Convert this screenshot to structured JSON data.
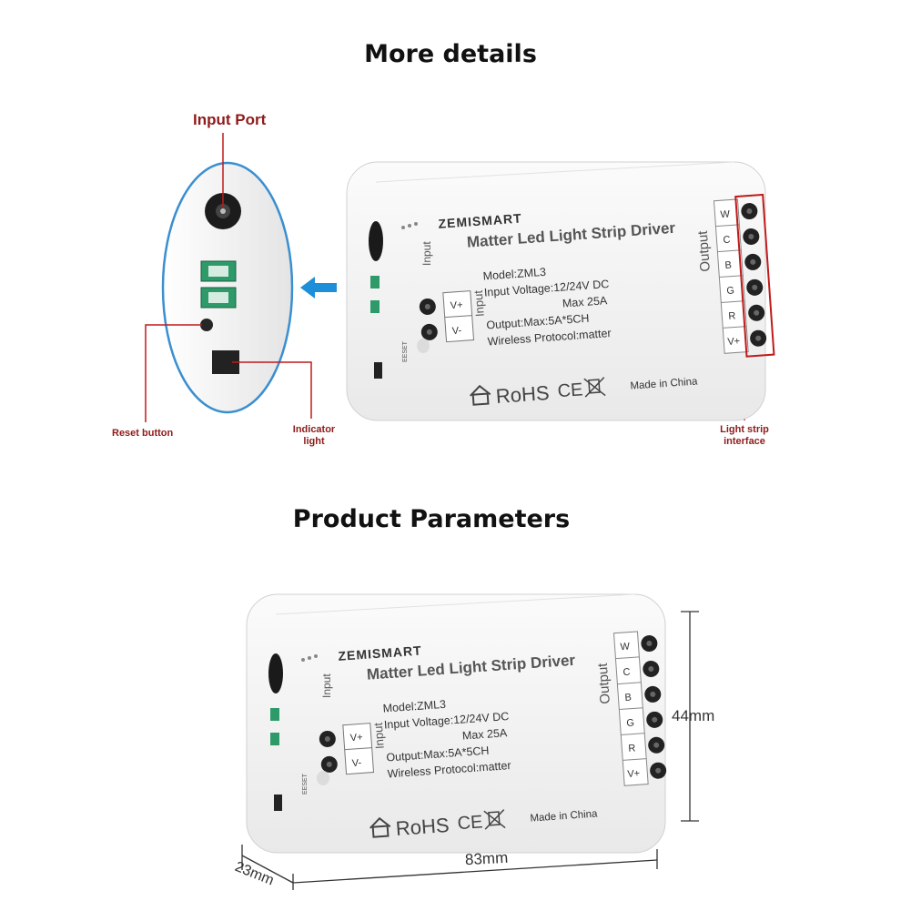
{
  "section1": {
    "heading": "More details",
    "labels": {
      "input_port": "Input Port",
      "reset_button": "Reset button",
      "indicator_line1": "Indicator",
      "indicator_line2": "light",
      "strip_line1": "Light strip",
      "strip_line2": "interface"
    }
  },
  "section2": {
    "heading": "Product Parameters",
    "dimensions": {
      "width": "83mm",
      "height": "44mm",
      "depth": "23mm"
    }
  },
  "device": {
    "brand": "ZEMISMART",
    "product": "Matter Led Light Strip Driver",
    "model": "Model:ZML3",
    "voltage": "Input Voltage:12/24V DC",
    "max_current": "Max 25A",
    "output": "Output:Max:5A*5CH",
    "protocol": "Wireless Protocol:matter",
    "input_label": "Input",
    "output_label": "Output",
    "input_terminals": [
      "V+",
      "V-"
    ],
    "output_terminals": [
      "W",
      "C",
      "B",
      "G",
      "R",
      "V+"
    ],
    "reset_label": "EESET",
    "rohs": "RoHS",
    "ce": "CE",
    "made_in": "Made in China"
  },
  "colors": {
    "accent_red": "#8f1b1b",
    "callout_red": "#c01a1a",
    "arrow_blue": "#1c8fd8",
    "oval_border": "#3a8fd0"
  }
}
